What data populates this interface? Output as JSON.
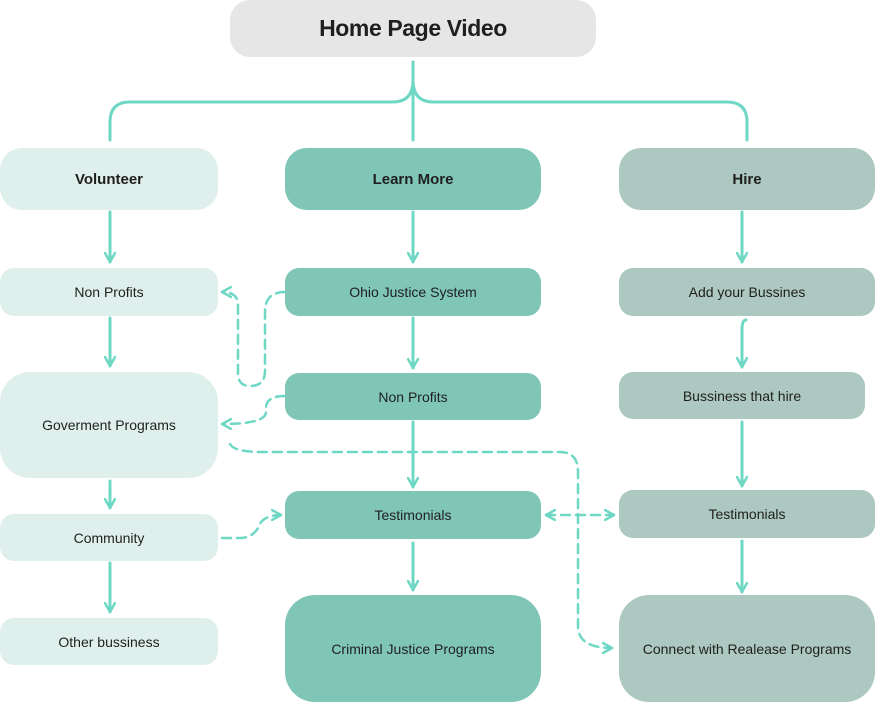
{
  "root": {
    "label": "Home Page Video"
  },
  "columns": [
    {
      "header": "Volunteer",
      "items": [
        "Non Profits",
        "Goverment Programs",
        "Community",
        "Other bussiness"
      ]
    },
    {
      "header": "Learn More",
      "items": [
        "Ohio Justice System",
        "Non Profits",
        "Testimonials",
        "Criminal Justice Programs"
      ]
    },
    {
      "header": "Hire",
      "items": [
        "Add your Bussines",
        "Bussiness that hire",
        "Testimonials",
        "Connect with Realease Programs"
      ]
    }
  ],
  "colors": {
    "connector": "#6fd8c4",
    "root_fill": "#e6e6e6",
    "volunteer_fill": "#dff0ec",
    "learn_more_fill": "#80c6b7",
    "hire_fill": "#acc8c0"
  }
}
